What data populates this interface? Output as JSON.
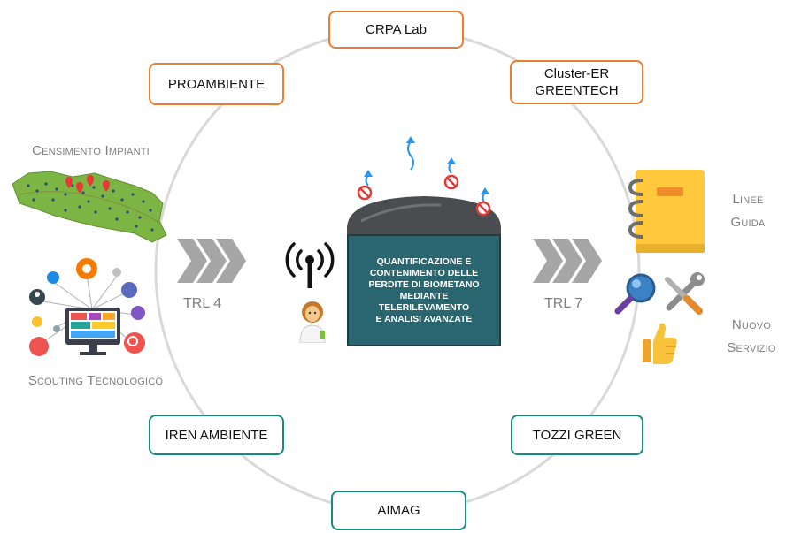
{
  "partners": {
    "crpa": "CRPA Lab",
    "proambiente": "PROAMBIENTE",
    "cluster_line1": "Cluster-ER",
    "cluster_line2": "GREENTECH",
    "iren": "IREN AMBIENTE",
    "tozzi": "TOZZI GREEN",
    "aimag": "AIMAG"
  },
  "left": {
    "census_label": "Censimento Impianti",
    "scouting_label": "Scouting Tecnologico",
    "trl": "TRL 4"
  },
  "right": {
    "guidelines_line1": "Linee",
    "guidelines_line2": "Guida",
    "service_line1": "Nuovo",
    "service_line2": "Servizio",
    "trl": "TRL 7"
  },
  "center": {
    "tank_text": "QUANTIFICAZIONE E\nCONTENIMENTO DELLE\nPERDITE DI BIOMETANO\nMEDIANTE\nTELERILEVAMENTO\nE ANALISI AVANZATE"
  },
  "colors": {
    "orange": "#ED7D31",
    "teal": "#1A8A7D",
    "tank": "#2A6670",
    "ring": "#D9D9D9",
    "chevron": "#A6A6A6"
  }
}
